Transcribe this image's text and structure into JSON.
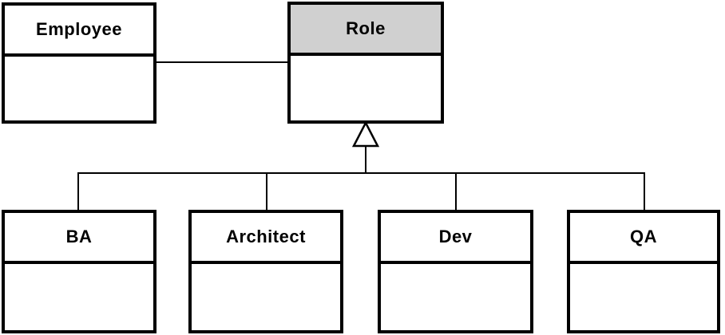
{
  "diagram": {
    "type": "uml-class-diagram",
    "colors": {
      "box_border": "#000000",
      "box_fill": "#ffffff",
      "role_header_fill": "#d0d0d0",
      "line": "#000000",
      "text": "#000000"
    },
    "classes": [
      {
        "id": "employee",
        "name": "Employee",
        "header_shaded": false
      },
      {
        "id": "role",
        "name": "Role",
        "header_shaded": true
      },
      {
        "id": "ba",
        "name": "BA",
        "header_shaded": false
      },
      {
        "id": "architect",
        "name": "Architect",
        "header_shaded": false
      },
      {
        "id": "dev",
        "name": "Dev",
        "header_shaded": false
      },
      {
        "id": "qa",
        "name": "QA",
        "header_shaded": false
      }
    ],
    "relationships": [
      {
        "type": "association",
        "from": "Employee",
        "to": "Role"
      },
      {
        "type": "generalization",
        "parent": "Role",
        "children": [
          "BA",
          "Architect",
          "Dev",
          "QA"
        ]
      }
    ]
  }
}
